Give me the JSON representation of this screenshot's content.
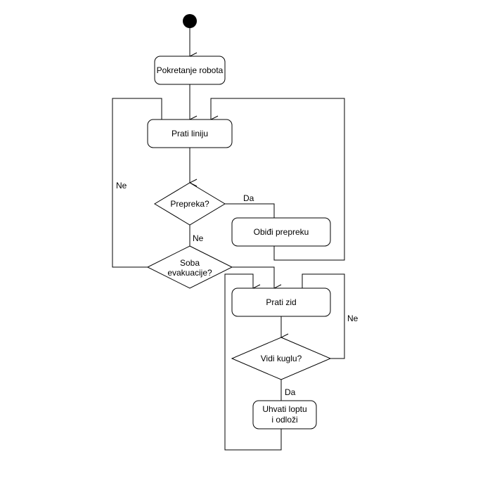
{
  "diagram": {
    "type": "activity-flowchart",
    "colors": {
      "stroke": "#000000",
      "fill": "#ffffff",
      "start": "#000000"
    },
    "nodes": {
      "start": {
        "kind": "initial"
      },
      "pokretanje": {
        "kind": "action",
        "label": "Pokretanje robota"
      },
      "prati_liniju": {
        "kind": "action",
        "label": "Prati liniju"
      },
      "prepreka": {
        "kind": "decision",
        "label": "Prepreka?"
      },
      "obidi": {
        "kind": "action",
        "label": "Obiđi prepreku"
      },
      "soba": {
        "kind": "decision",
        "label_line1": "Soba",
        "label_line2": "evakuacije?"
      },
      "prati_zid": {
        "kind": "action",
        "label": "Prati zid"
      },
      "vidi_kuglu": {
        "kind": "decision",
        "label": "Vidi kuglu?"
      },
      "uhvati": {
        "kind": "action",
        "label_line1": "Uhvati loptu",
        "label_line2": "i odloži"
      }
    },
    "edges": [
      {
        "from": "start",
        "to": "pokretanje",
        "label": ""
      },
      {
        "from": "pokretanje",
        "to": "prati_liniju",
        "label": ""
      },
      {
        "from": "prati_liniju",
        "to": "prepreka",
        "label": ""
      },
      {
        "from": "prepreka",
        "to": "obidi",
        "label": "Da"
      },
      {
        "from": "obidi",
        "to": "prati_liniju",
        "label": ""
      },
      {
        "from": "prepreka",
        "to": "soba",
        "label": "Ne"
      },
      {
        "from": "soba",
        "to": "prati_liniju",
        "label": "Ne"
      },
      {
        "from": "soba",
        "to": "prati_zid",
        "label": ""
      },
      {
        "from": "prati_zid",
        "to": "vidi_kuglu",
        "label": ""
      },
      {
        "from": "vidi_kuglu",
        "to": "prati_zid",
        "label": "Ne"
      },
      {
        "from": "vidi_kuglu",
        "to": "uhvati",
        "label": "Da"
      },
      {
        "from": "uhvati",
        "to": "prati_zid",
        "label": ""
      }
    ],
    "edge_labels": {
      "prepreka_da": "Da",
      "prepreka_ne": "Ne",
      "soba_ne": "Ne",
      "vidi_ne": "Ne",
      "vidi_da": "Da"
    }
  }
}
